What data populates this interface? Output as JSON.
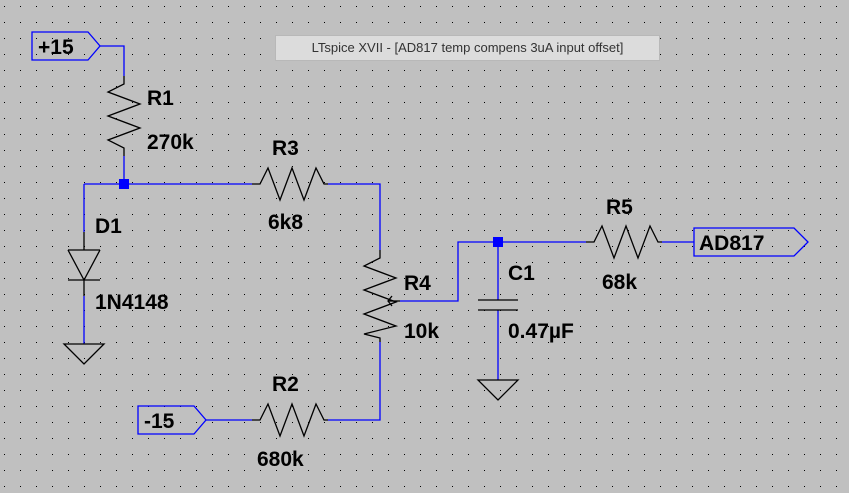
{
  "window": {
    "title": "LTspice XVII - [AD817 temp compens 3uA input offset]"
  },
  "ports": {
    "vpos": "+15",
    "vneg": "-15",
    "out": "AD817"
  },
  "components": {
    "R1": {
      "ref": "R1",
      "value": "270k"
    },
    "R2": {
      "ref": "R2",
      "value": "680k"
    },
    "R3": {
      "ref": "R3",
      "value": "6k8"
    },
    "R4": {
      "ref": "R4",
      "value": "10k"
    },
    "R5": {
      "ref": "R5",
      "value": "68k"
    },
    "C1": {
      "ref": "C1",
      "value": "0.47µF"
    },
    "D1": {
      "ref": "D1",
      "value": "1N4148"
    }
  },
  "colors": {
    "background": "#c0c0c0",
    "wire": "#0000ff",
    "component": "#000000",
    "grid_dot": "#000000"
  }
}
